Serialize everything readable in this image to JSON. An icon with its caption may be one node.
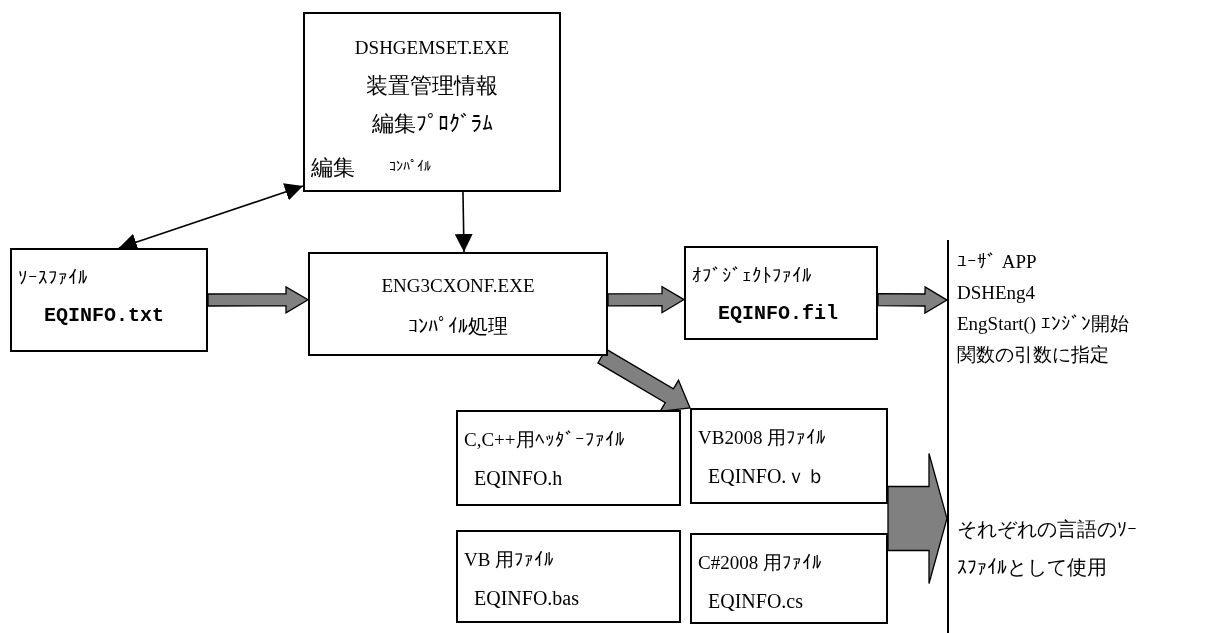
{
  "diagram": {
    "nodes": [
      {
        "text": [
          "DSHGEMSET.EXE",
          "装置管理情報",
          "編集ﾌﾟﾛｸﾞﾗﾑ",
          "編集",
          "ｺﾝﾊﾟｲﾙ"
        ]
      },
      {
        "text": [
          "ｿｰｽﾌｧｲﾙ",
          "EQINFO.txt"
        ]
      },
      {
        "text": [
          "ENG3CXONF.EXE",
          "ｺﾝﾊﾟｲﾙ処理"
        ]
      },
      {
        "text": [
          "ｵﾌﾞｼﾞｪｸﾄﾌｧｲﾙ",
          "EQINFO.fil"
        ]
      },
      {
        "text": [
          "ﾕｰｻﾞ APP",
          "DSHEng4",
          "EngStart() ｴﾝｼﾞﾝ開始",
          "関数の引数に指定",
          "それぞれの言語のｿｰｽﾌｧｲﾙとして使用"
        ]
      },
      {
        "text": [
          "C,C++用ﾍｯﾀﾞｰﾌｧｲﾙ",
          "EQINFO.h"
        ]
      },
      {
        "text": [
          "VB2008 用ﾌｧｲﾙ",
          "EQINFO.ｖｂ"
        ]
      },
      {
        "text": [
          "VB 用ﾌｧｲﾙ",
          "EQINFO.bas"
        ]
      },
      {
        "text": [
          "C#2008 用ﾌｧｲﾙ",
          "EQINFO.cs"
        ]
      }
    ],
    "edges": [
      {
        "from": 0,
        "to": 1,
        "arrow": "both"
      },
      {
        "from": 0,
        "to": 2,
        "arrow": "to"
      },
      {
        "from": 1,
        "to": 2,
        "arrow": "to",
        "style": "thick",
        "color": "#808080"
      },
      {
        "from": 2,
        "to": 3,
        "arrow": "to",
        "style": "thick",
        "color": "#808080"
      },
      {
        "from": 3,
        "to": 4,
        "arrow": "to",
        "style": "thick",
        "color": "#808080"
      },
      {
        "from": 2,
        "to": 6,
        "arrow": "to",
        "style": "thick",
        "color": "#808080"
      },
      {
        "from": 6,
        "to": 4,
        "arrow": "to",
        "style": "thick",
        "color": "#808080"
      },
      {
        "from": 8,
        "to": 4,
        "arrow": "to",
        "style": "thick",
        "color": "#808080"
      }
    ]
  }
}
